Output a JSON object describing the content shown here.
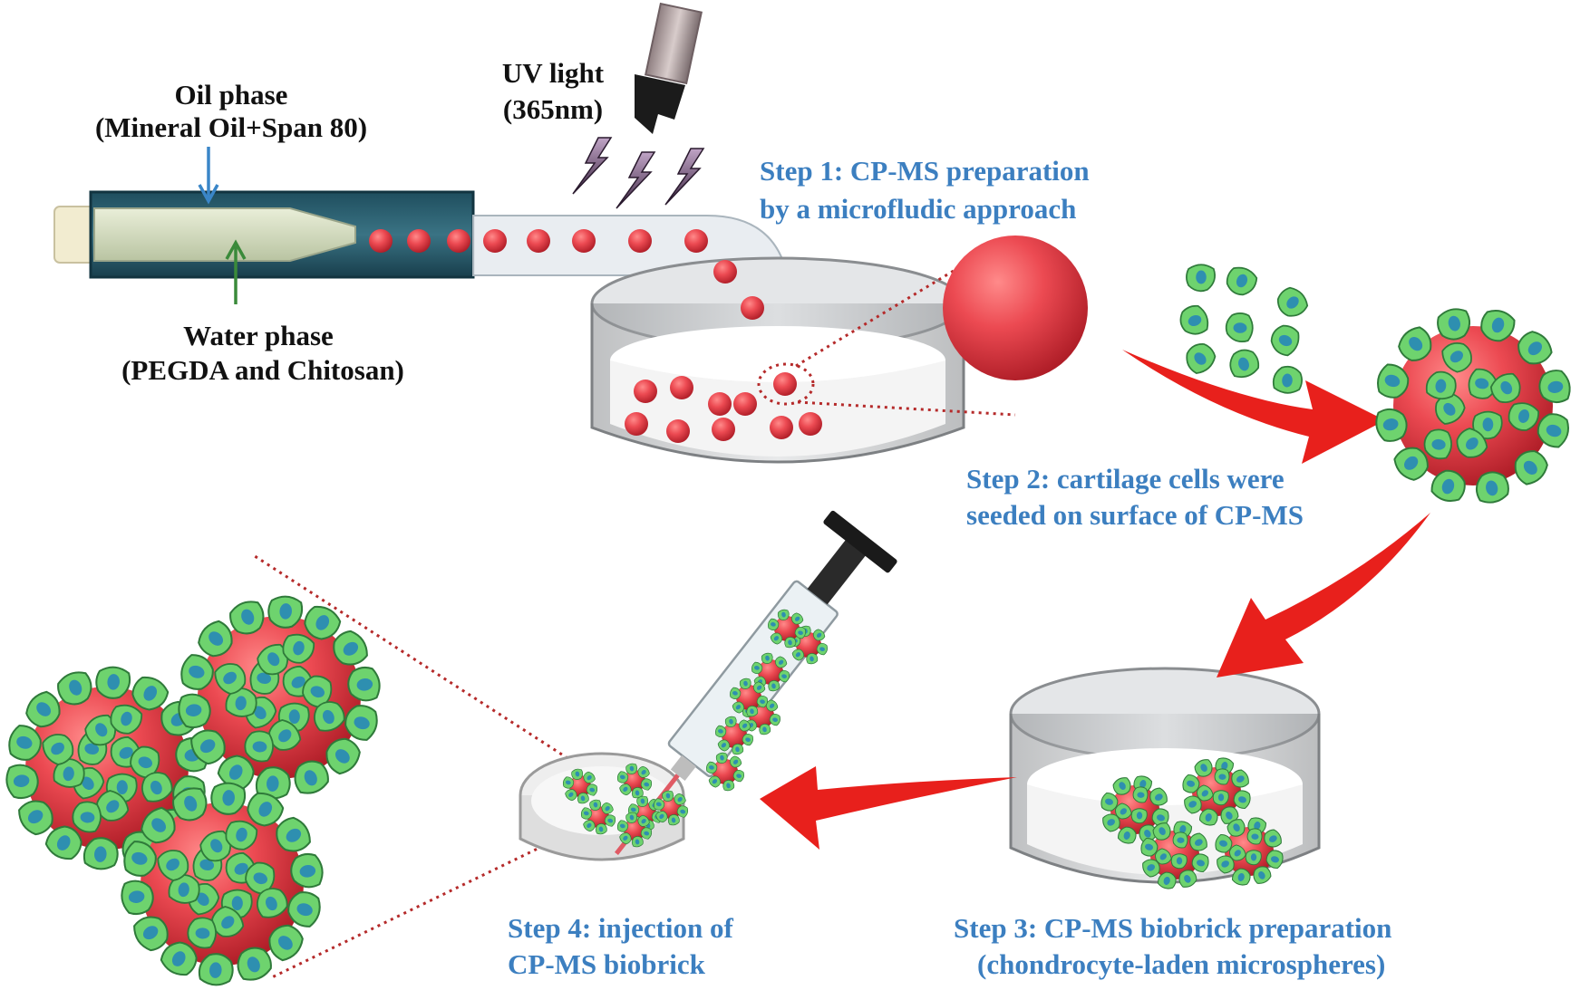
{
  "labels": {
    "oil_phase_title": "Oil phase",
    "oil_phase_detail": "(Mineral Oil+Span 80)",
    "water_phase_title": "Water phase",
    "water_phase_detail": "(PEGDA and Chitosan)",
    "uv_title": "UV light",
    "uv_detail": "(365nm)"
  },
  "steps": [
    {
      "line1": "Step 1: CP-MS preparation",
      "line2": "by a microfludic approach"
    },
    {
      "line1": "Step 2: cartilage cells were",
      "line2": "seeded on surface of CP-MS"
    },
    {
      "line1": "Step 3:  CP-MS biobrick preparation",
      "line2": "(chondrocyte-laden microspheres)"
    },
    {
      "line1": "Step 4:  injection of",
      "line2": "CP-MS biobrick"
    }
  ],
  "colors": {
    "step_text": "#3c7fc0",
    "label_text": "#111111",
    "microsphere": "#e8404a",
    "cell_outer": "#6ed36e",
    "cell_nucleus": "#2e8fb0",
    "arrow": "#e8201c",
    "oil_arrow": "#3a86c8",
    "water_arrow": "#3a8a3a",
    "dotted_line": "#b52a2a"
  },
  "icons": [
    "uv-lamp-icon",
    "lightning-bolt-icon",
    "syringe-icon",
    "culture-dish-icon",
    "microsphere-icon",
    "chondrocyte-cell-icon",
    "process-arrow-icon"
  ]
}
